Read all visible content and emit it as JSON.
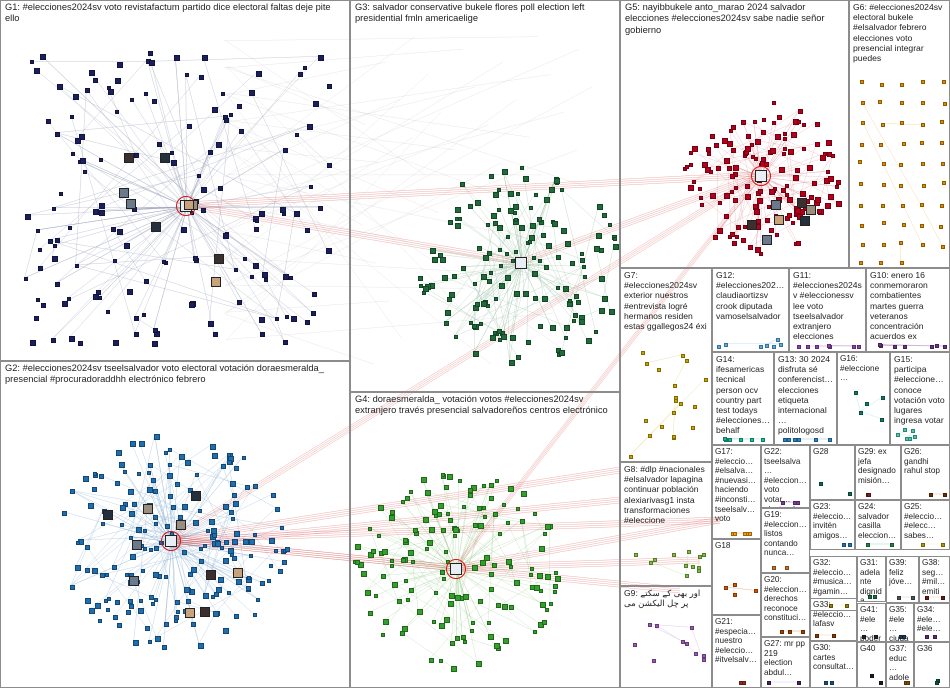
{
  "groups": [
    {
      "id": "G1",
      "label": "G1: #elecciones2024sv voto revistafactum partido dice electoral faltas deje pite ello",
      "node_color": "#1b1f5e",
      "edge_color": "#9aa0b8",
      "layout": "scatter",
      "density": "medium"
    },
    {
      "id": "G2",
      "label": "G2: #elecciones2024sv tseelsalvador voto electoral votación doraesmeralda_ presencial #procuradoraddhh electrónico febrero",
      "node_color": "#1f6fb0",
      "edge_color": "#8fb4d6",
      "layout": "ring",
      "density": "high"
    },
    {
      "id": "G3",
      "label": "G3: salvador conservative bukele flores poll election left presidential fmln americaelige",
      "node_color": "#1f6b3a",
      "edge_color": "#9cc2a8",
      "layout": "spiral",
      "density": "medium"
    },
    {
      "id": "G4",
      "label": "G4: doraesmeralda_ votación votos #elecciones2024sv extranjero través presencial salvadoreños centros electrónico",
      "node_color": "#33a02c",
      "edge_color": "#a8d49e",
      "layout": "ring",
      "density": "medium"
    },
    {
      "id": "G5",
      "label": "G5: nayibbukele anto_marao 2024 salvador elecciones #elecciones2024sv sabe nadie señor gobierno",
      "node_color": "#b3001b",
      "edge_color": "#e1a0a8",
      "layout": "spiral",
      "density": "medium"
    },
    {
      "id": "G6",
      "label": "G6: #elecciones2024sv electoral bukele #elsalvador febrero elecciones voto presencial integrar puedes",
      "node_color": "#e08a00",
      "edge_color": "#f0c98a",
      "layout": "grid",
      "density": "low"
    },
    {
      "id": "G7",
      "label": "G7: #elecciones2024sv exterior nuestros #entrevista logré hermanos residen estas ggallegos24 éxi",
      "node_color": "#c9a400",
      "edge_color": "#e6d680",
      "layout": "sparse",
      "density": "low"
    },
    {
      "id": "G8",
      "label": "G8: #dlp #nacionales #elsalvador lapagina continuar población alexiarivasg1 insta transformaciones #eleccione",
      "node_color": "#7fbf3f",
      "edge_color": "#c4e0a0",
      "layout": "sparse",
      "density": "low"
    },
    {
      "id": "G9",
      "label": "G9: اور بھی کے سکتے پر چل الیکشن می",
      "node_color": "#9b59b6",
      "edge_color": "#d2b4de",
      "layout": "sparse",
      "density": "low"
    },
    {
      "id": "G10",
      "label": "G10: enero 16 conmemoraron combatientes martes guerra veteranos concentración acuerdos ex",
      "node_color": "#6c3483",
      "edge_color": "#c39bd3",
      "layout": "sparse",
      "density": "low"
    },
    {
      "id": "G11",
      "label": "G11: #elecciones2024sv #eleccionessv lee voto tseelsalvador extranjero elecciones",
      "node_color": "#8e44ad",
      "edge_color": "#c39bd3",
      "layout": "sparse",
      "density": "low"
    },
    {
      "id": "G12",
      "label": "G12: #elecciones202… claudiaortizsv crook diputada vamoselsalvador",
      "node_color": "#5dade2",
      "edge_color": "#aed6f1",
      "layout": "sparse",
      "density": "low"
    },
    {
      "id": "G13",
      "label": "G13: 30 2024 disfruta sé conferencist… elecciones etiqueta internacional… politologosd",
      "node_color": "#2e86c1",
      "edge_color": "#aed6f1",
      "layout": "sparse",
      "density": "low"
    },
    {
      "id": "G14",
      "label": "G14: ifesamericas tecnical person ocv country part test todays #elecciones… behalf",
      "node_color": "#1abc9c",
      "edge_color": "#a3e4d7",
      "layout": "sparse",
      "density": "low"
    },
    {
      "id": "G15",
      "label": "G15: participa #eleccione… conoce votación voto lugares ingresa votar",
      "node_color": "#48c9b0",
      "edge_color": "#a3e4d7",
      "layout": "sparse",
      "density": "low"
    },
    {
      "id": "G16",
      "label": "G16: #eleccione…",
      "node_color": "#117a65",
      "edge_color": "#a3e4d7",
      "layout": "sparse",
      "density": "low"
    },
    {
      "id": "G17",
      "label": "G17: #eleccio… #elsalva… #nuevasi… haciendo #inconsti… tseelsalv… voto",
      "node_color": "#f39c12",
      "edge_color": "#f8c471",
      "layout": "sparse",
      "density": "low"
    },
    {
      "id": "G18",
      "label": "G18",
      "node_color": "#d35400",
      "edge_color": "#edbb99",
      "layout": "sparse",
      "density": "low"
    },
    {
      "id": "G19",
      "label": "G19: #eleccion… listos contando nunca…",
      "node_color": "#ca6f1e",
      "edge_color": "#edbb99",
      "layout": "sparse",
      "density": "low"
    },
    {
      "id": "G20",
      "label": "G20: #eleccion… derechos reconoce constituci…",
      "node_color": "#a04000",
      "edge_color": "#edbb99",
      "layout": "sparse",
      "density": "low"
    },
    {
      "id": "G21",
      "label": "G21: #especia… nuestro #eleccio… #itvelsalv…",
      "node_color": "#922b21",
      "edge_color": "#e6b0aa",
      "layout": "sparse",
      "density": "low"
    },
    {
      "id": "G22",
      "label": "G22: tseelsalva… #eleccion… voto votar… electoral…",
      "node_color": "#7d3c98",
      "edge_color": "#d2b4de",
      "layout": "sparse",
      "density": "low"
    },
    {
      "id": "G23",
      "label": "G23: #eleccio… invitén amigos…",
      "node_color": "#2874a6",
      "edge_color": "#a9cce3",
      "layout": "sparse",
      "density": "low"
    },
    {
      "id": "G24",
      "label": "G24: salvador casilla eleccion…",
      "node_color": "#1e8449",
      "edge_color": "#a9dfbf",
      "layout": "sparse",
      "density": "low"
    },
    {
      "id": "G25",
      "label": "G25: #eleccio… #elecc… sabes…",
      "node_color": "#b7950b",
      "edge_color": "#f9e79f",
      "layout": "sparse",
      "density": "low"
    },
    {
      "id": "G26",
      "label": "G26: gandhi rahul stop",
      "node_color": "#6e2c00",
      "edge_color": "#e59866",
      "layout": "sparse",
      "density": "low"
    },
    {
      "id": "G27",
      "label": "G27: mr pp 219 election abdul…",
      "node_color": "#4a235a",
      "edge_color": "#d2b4de",
      "layout": "sparse",
      "density": "low"
    },
    {
      "id": "G28",
      "label": "G28",
      "node_color": "#0e6655",
      "edge_color": "#a3e4d7",
      "layout": "sparse",
      "density": "low"
    },
    {
      "id": "G29",
      "label": "G29: ex jefa designado misión…",
      "node_color": "#7b241c",
      "edge_color": "#e6b0aa",
      "layout": "sparse",
      "density": "low"
    },
    {
      "id": "G30",
      "label": "G30: cartes consultat…",
      "node_color": "#1a5276",
      "edge_color": "#a9cce3",
      "layout": "sparse",
      "density": "low"
    },
    {
      "id": "G31",
      "label": "G31: adelante dignida…",
      "node_color": "#196f3d",
      "edge_color": "#a9dfbf",
      "layout": "sparse",
      "density": "low"
    },
    {
      "id": "G32",
      "label": "G32: #eleccio… #musica… #gamin…",
      "node_color": "#9a7d0a",
      "edge_color": "#f9e79f",
      "layout": "sparse",
      "density": "low"
    },
    {
      "id": "G33",
      "label": "G33: #eleccio… lafasv",
      "node_color": "#873600",
      "edge_color": "#edbb99",
      "layout": "sparse",
      "density": "low"
    },
    {
      "id": "G34",
      "label": "G34: #ele… #ele…",
      "node_color": "#5b2c6f",
      "edge_color": "#d2b4de",
      "layout": "sparse",
      "density": "low"
    },
    {
      "id": "G35",
      "label": "G35: #ele… ciuda…",
      "node_color": "#154360",
      "edge_color": "#a9cce3",
      "layout": "sparse",
      "density": "low"
    },
    {
      "id": "G36",
      "label": "G36",
      "node_color": "#0b5345",
      "edge_color": "#a3e4d7",
      "layout": "sparse",
      "density": "low"
    },
    {
      "id": "G37",
      "label": "G37: educ… adole…",
      "node_color": "#7e5109",
      "edge_color": "#f9e79f",
      "layout": "sparse",
      "density": "low"
    },
    {
      "id": "G38",
      "label": "G38: seg… #mil… emiti…",
      "node_color": "#641e16",
      "edge_color": "#e6b0aa",
      "layout": "sparse",
      "density": "low"
    },
    {
      "id": "G39",
      "label": "G39: feliz jóve…",
      "node_color": "#4d5656",
      "edge_color": "#d5d8dc",
      "layout": "sparse",
      "density": "low"
    },
    {
      "id": "G40",
      "label": "G40",
      "node_color": "#17202a",
      "edge_color": "#d5d8dc",
      "layout": "sparse",
      "density": "low"
    },
    {
      "id": "G41",
      "label": "G41: #ele… poder",
      "node_color": "#1b2631",
      "edge_color": "#d5d8dc",
      "layout": "sparse",
      "density": "low"
    }
  ],
  "colors": {
    "box_border": "#8c8c8c",
    "hub_ring": "#dd1111",
    "inter_edge": "#d94b4b",
    "background": "#ffffff"
  }
}
